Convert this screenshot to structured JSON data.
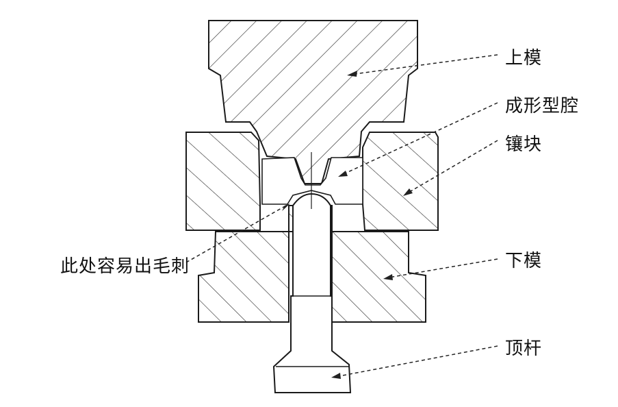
{
  "labels": {
    "upper_die": "上模",
    "forming_cavity": "成形型腔",
    "insert": "镶块",
    "flash_note": "此处容易出毛刺",
    "lower_die": "下模",
    "ejector_pin": "顶杆"
  },
  "colors": {
    "stroke": "#1a1a1a",
    "hatch": "#333333",
    "leader": "#222222"
  }
}
